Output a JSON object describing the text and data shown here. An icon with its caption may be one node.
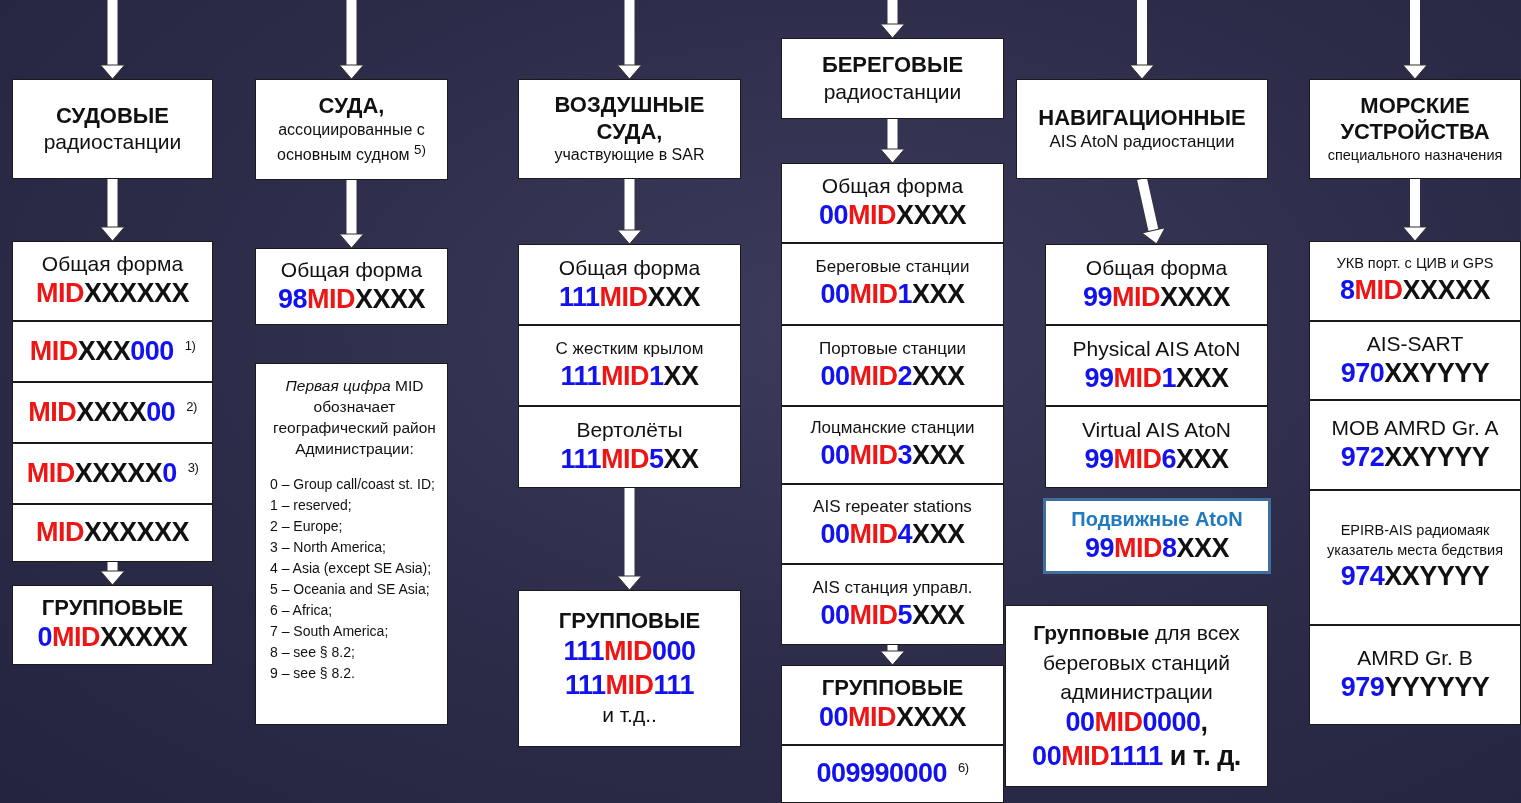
{
  "diagram": {
    "nodes": [
      {
        "text": [
          "СУДОВЫЕ",
          "радиостанции"
        ]
      },
      {
        "text": [
          "Общая форма",
          "MIDXXXXXX"
        ]
      },
      {
        "text": [
          "MIDXXX000 $^{1)}$"
        ]
      },
      {
        "text": [
          "MIDXXXX00 $^{2)}$"
        ]
      },
      {
        "text": [
          "MIDXXXXX0 $^{3)}$"
        ]
      },
      {
        "text": [
          "MIDXXXXXX"
        ]
      },
      {
        "text": [
          "ГРУППОВЫЕ",
          "0MIDXXXXX"
        ]
      },
      {
        "text": [
          "СУДА,",
          "ассоциированные с основным судном $^{5)}$"
        ]
      },
      {
        "text": [
          "Общая форма",
          "98MIDXXXX"
        ]
      },
      {
        "text": [
          "*Первая цифра* MID обозначает географический район Администрации:",
          "0 – Group call/coast st. ID;",
          "1 – reserved;",
          "2 – Europe;",
          "3 – North America;",
          "4 – Asia (except SE Asia);",
          "5 – Oceania and SE Asia;",
          "6 – Africa;",
          "7 – South America;",
          "8 – see § 8.2;",
          "9 – see § 8.2."
        ]
      },
      {
        "text": [
          "ВОЗДУШНЫЕ СУДА,",
          "участвующие в SAR"
        ]
      },
      {
        "text": [
          "Общая форма",
          "111MIDXXX"
        ]
      },
      {
        "text": [
          "С жестким крылом",
          "111MID1XX"
        ]
      },
      {
        "text": [
          "Вертолёты",
          "111MID5XX"
        ]
      },
      {
        "text": [
          "ГРУППОВЫЕ",
          "111MID000",
          "111MID111",
          "и т.д.."
        ]
      },
      {
        "text": [
          "БЕРЕГОВЫЕ",
          "радиостанции"
        ]
      },
      {
        "text": [
          "Общая форма",
          "00MIDXXXX"
        ]
      },
      {
        "text": [
          "Береговые станции",
          "00MID1XXX"
        ]
      },
      {
        "text": [
          "Портовые станции",
          "00MID2XXX"
        ]
      },
      {
        "text": [
          "Лоцманские станции",
          "00MID3XXX"
        ]
      },
      {
        "text": [
          "AIS repeater stations",
          "00MID4XXX"
        ]
      },
      {
        "text": [
          "AIS станция управл.",
          "00MID5XXX"
        ]
      },
      {
        "text": [
          "ГРУППОВЫЕ",
          "00MIDXXXX"
        ]
      },
      {
        "text": [
          "009990000 $^{6)}$"
        ]
      },
      {
        "text": [
          "НАВИГАЦИОННЫЕ",
          "AIS AtoN радиостанции"
        ]
      },
      {
        "text": [
          "Общая форма",
          "99MIDXXXX"
        ]
      },
      {
        "text": [
          "Physical AIS AtoN",
          "99MID1XXX"
        ]
      },
      {
        "text": [
          "Virtual AIS AtoN",
          "99MID6XXX"
        ]
      },
      {
        "text": [
          "Подвижные AtoN",
          "99MID8XXX"
        ]
      },
      {
        "text": [
          "**Групповые** для всех береговых станций администрации",
          "00MID0000,",
          "00MID1111 и т. д."
        ]
      },
      {
        "text": [
          "МОРСКИЕ УСТРОЙСТВА",
          "специального назначения"
        ]
      },
      {
        "text": [
          "УКВ порт. с ЦИВ и GPS",
          "8MIDXXXXX"
        ]
      },
      {
        "text": [
          "AIS-SART",
          "970XXYYYY"
        ]
      },
      {
        "text": [
          "MOB AMRD Gr. A",
          "972XXYYYY"
        ]
      },
      {
        "text": [
          "EPIRB-AIS радиомаяк указатель места бедствия",
          "974XXYYYY"
        ]
      },
      {
        "text": [
          "AMRD Gr. B",
          "979YYYYYY"
        ]
      }
    ],
    "edges": [
      {
        "from": null,
        "to": 0,
        "arrow": "to"
      },
      {
        "from": null,
        "to": 7,
        "arrow": "to"
      },
      {
        "from": null,
        "to": 10,
        "arrow": "to"
      },
      {
        "from": null,
        "to": 15,
        "arrow": "to"
      },
      {
        "from": null,
        "to": 24,
        "arrow": "to"
      },
      {
        "from": null,
        "to": 30,
        "arrow": "to"
      },
      {
        "from": 0,
        "to": 1,
        "arrow": "to"
      },
      {
        "from": 5,
        "to": 6,
        "arrow": "to"
      },
      {
        "from": 7,
        "to": 8,
        "arrow": "to"
      },
      {
        "from": 10,
        "to": 11,
        "arrow": "to"
      },
      {
        "from": 13,
        "to": 14,
        "arrow": "to"
      },
      {
        "from": 15,
        "to": 16,
        "arrow": "to"
      },
      {
        "from": 21,
        "to": 22,
        "arrow": "to"
      },
      {
        "from": 24,
        "to": 25,
        "arrow": "to"
      },
      {
        "from": 30,
        "to": 31,
        "arrow": "to"
      }
    ]
  }
}
